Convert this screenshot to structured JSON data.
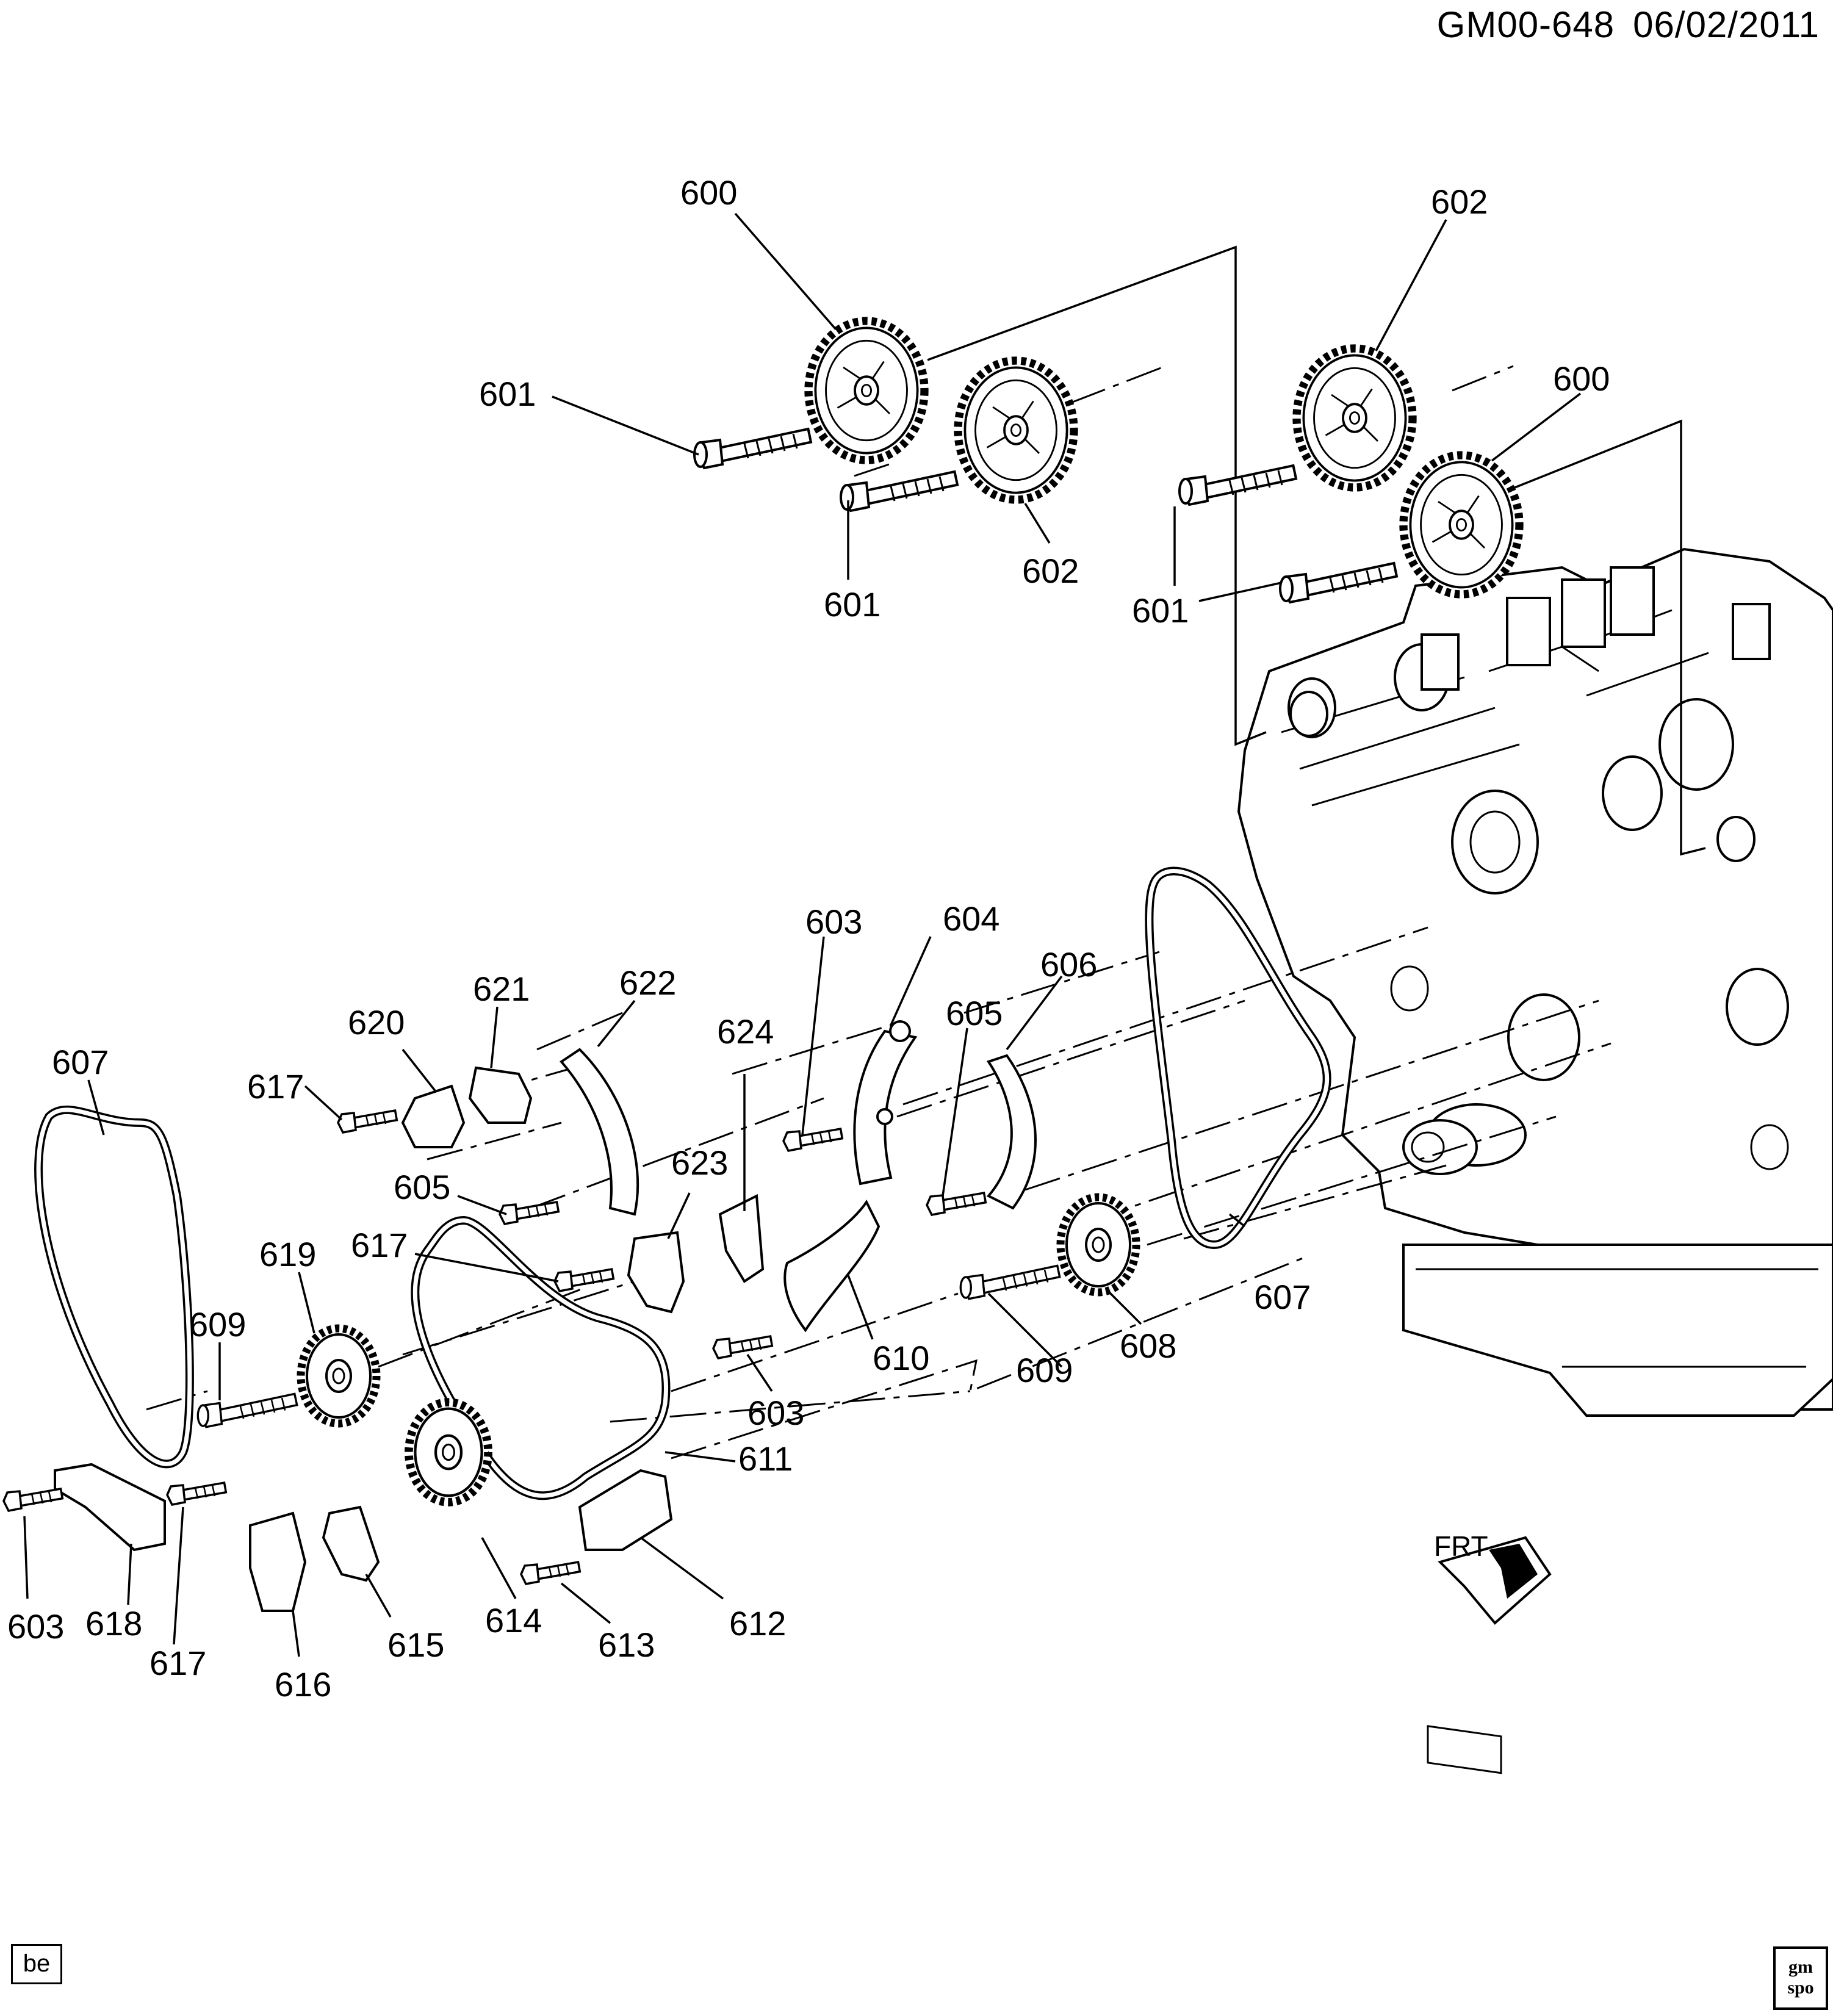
{
  "header": {
    "code": "GM00-648",
    "date": "06/02/2011"
  },
  "footer": {
    "tag": "be",
    "logo_top": "gm",
    "logo_bottom": "spo"
  },
  "front_indicator": {
    "label": "FRT",
    "icon": "front-arrow-icon"
  },
  "callouts": {
    "c600a": "600",
    "c600b": "600",
    "c601a": "601",
    "c601b": "601",
    "c601c": "601",
    "c602a": "602",
    "c602b": "602",
    "c603a": "603",
    "c603b": "603",
    "c603c": "603",
    "c604": "604",
    "c605a": "605",
    "c605b": "605",
    "c606": "606",
    "c607a": "607",
    "c607b": "607",
    "c608": "608",
    "c609a": "609",
    "c609b": "609",
    "c610": "610",
    "c611": "611",
    "c612": "612",
    "c613": "613",
    "c614": "614",
    "c615": "615",
    "c616": "616",
    "c617a": "617",
    "c617b": "617",
    "c617c": "617",
    "c618": "618",
    "c619": "619",
    "c620": "620",
    "c621": "621",
    "c622": "622",
    "c623": "623",
    "c624": "624"
  }
}
